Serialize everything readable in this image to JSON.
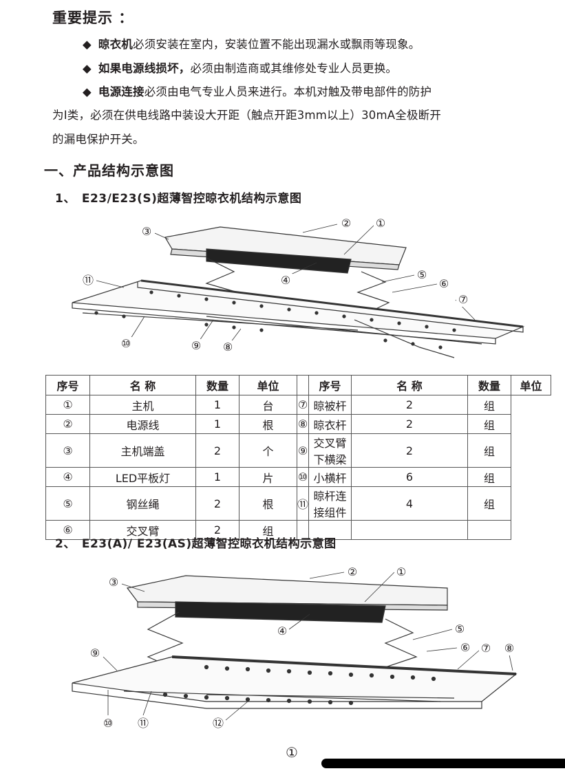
{
  "notice": {
    "title": "重要提示 ：",
    "bullet": "◆",
    "items": [
      {
        "bold": "晾衣机",
        "text": "必须安装在室内，安装位置不能出现漏水或飘雨等现象。"
      },
      {
        "bold": "如果电源线损坏，",
        "text": "必须由制造商或其维修处专业人员更换。"
      },
      {
        "bold": "电源连接",
        "text": "必须由电气专业人员来进行。本机对触及带电部件的防护"
      }
    ],
    "continued_lines": [
      "为Ⅰ类，必须在供电线路中装设大开距（触点开距3mm以上）30mA全极断开",
      "的漏电保护开关。"
    ]
  },
  "section": {
    "title": "一、产品结构示意图"
  },
  "diagram1": {
    "title": "1、　E23/E23(S)超薄智控晾衣机结构示意图",
    "callouts": [
      "①",
      "②",
      "③",
      "④",
      "⑤",
      "⑥",
      "⑦",
      "⑧",
      "⑨",
      "⑩",
      "⑪"
    ]
  },
  "parts_table": {
    "headers": [
      "序号",
      "名 称",
      "数量",
      "单位"
    ],
    "left": [
      [
        "①",
        "主机",
        "1",
        "台"
      ],
      [
        "②",
        "电源线",
        "1",
        "根"
      ],
      [
        "③",
        "主机端盖",
        "2",
        "个"
      ],
      [
        "④",
        "LED平板灯",
        "1",
        "片"
      ],
      [
        "⑤",
        "钢丝绳",
        "2",
        "根"
      ],
      [
        "⑥",
        "交叉臂",
        "2",
        "组"
      ]
    ],
    "right": [
      [
        "⑦",
        "晾被杆",
        "2",
        "组"
      ],
      [
        "⑧",
        "晾衣杆",
        "2",
        "组"
      ],
      [
        "⑨",
        "交叉臂下横梁",
        "2",
        "组"
      ],
      [
        "⑩",
        "小横杆",
        "6",
        "组"
      ],
      [
        "⑪",
        "晾杆连接组件",
        "4",
        "组"
      ],
      [
        "",
        "",
        "",
        ""
      ]
    ]
  },
  "diagram2": {
    "title": "2、　E23(A)/ E23(AS)超薄智控晾衣机结构示意图",
    "callouts": [
      "①",
      "②",
      "③",
      "④",
      "⑤",
      "⑥",
      "⑦",
      "⑧",
      "⑨",
      "⑩",
      "⑪",
      "⑫"
    ]
  },
  "page_number": "①"
}
